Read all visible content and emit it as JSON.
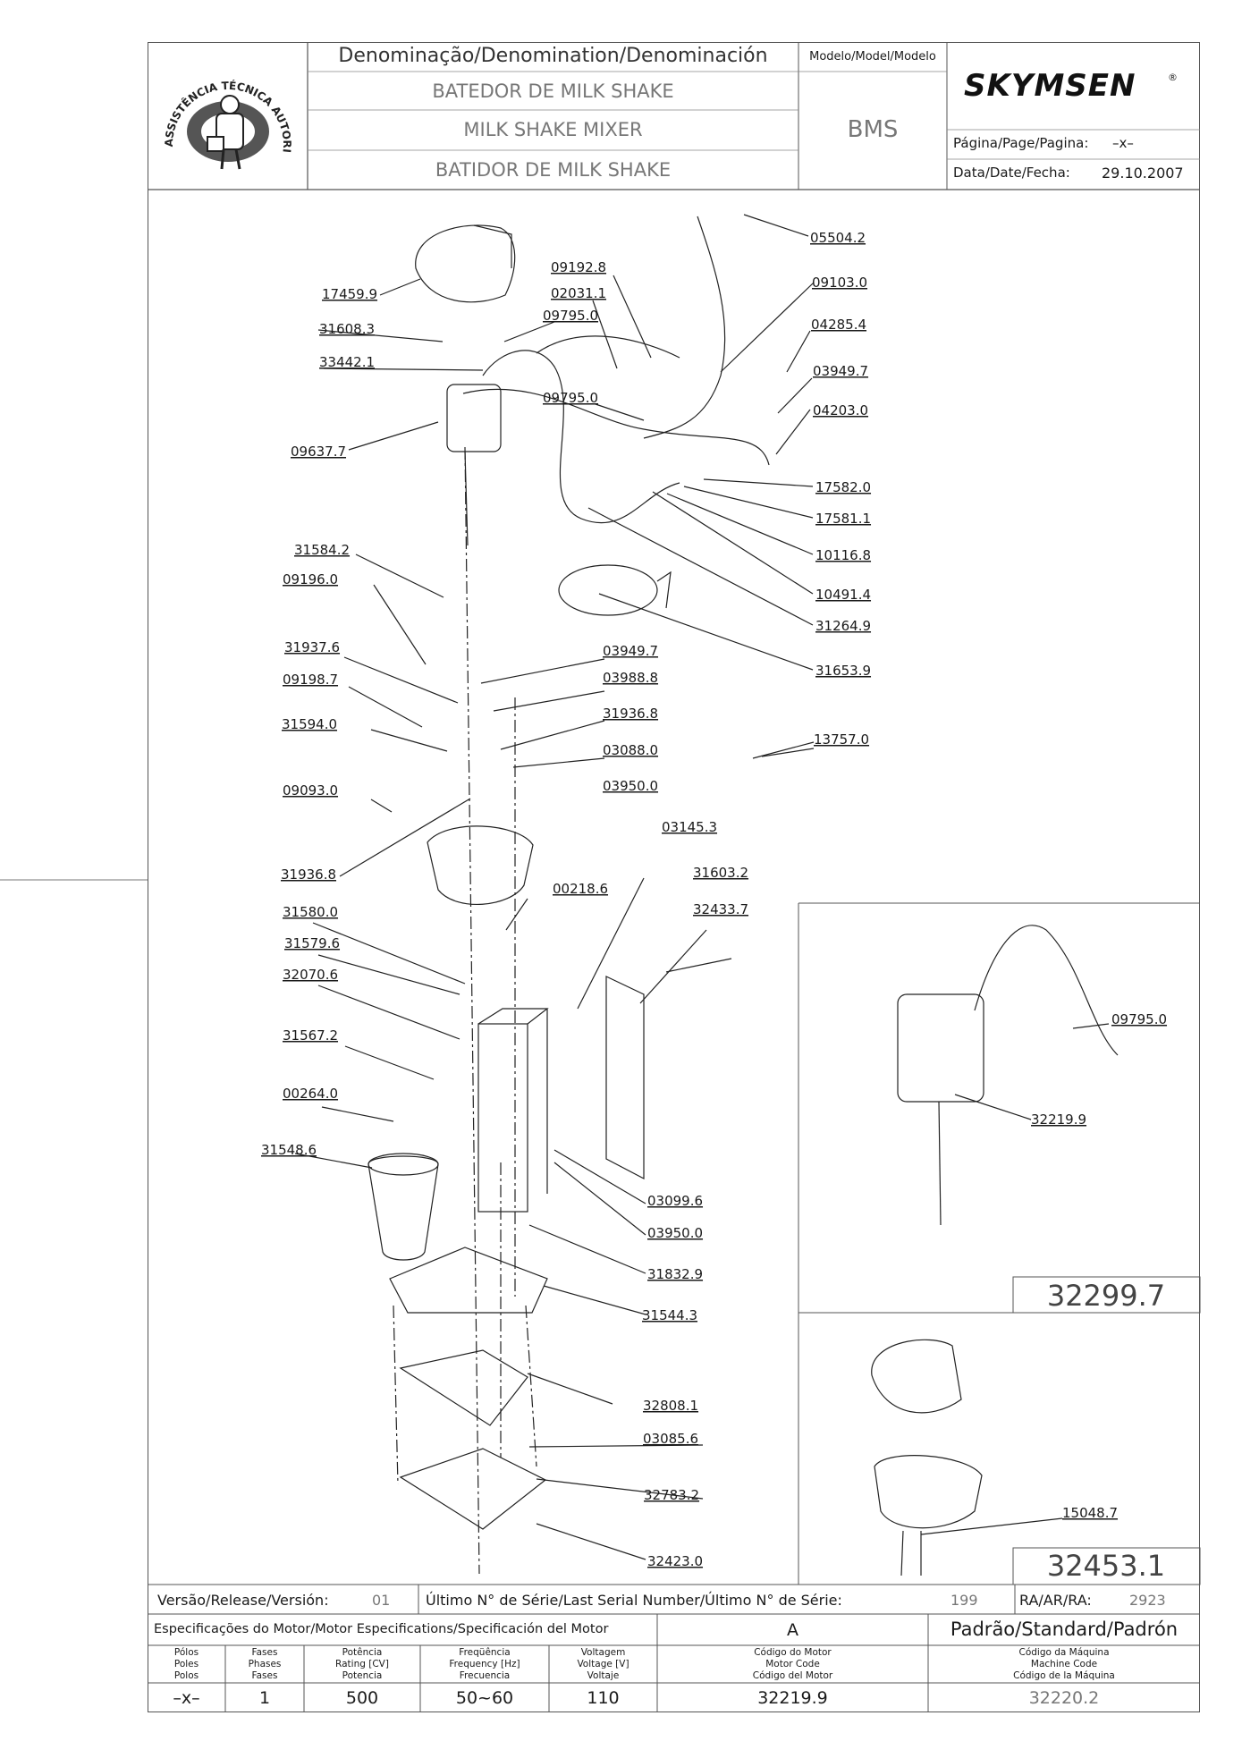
{
  "header": {
    "denomination_label": "Denominação/Denomination/Denominación",
    "model_label": "Modelo/Model/Modelo",
    "name_pt": "BATEDOR DE MILK SHAKE",
    "name_en": "MILK SHAKE MIXER",
    "name_es": "BATIDOR DE MILK SHAKE",
    "model_value": "BMS",
    "brand": "SKYMSEN",
    "brand_mark": "®",
    "page_label": "Página/Page/Pagina:",
    "page_value": "–x–",
    "date_label": "Data/Date/Fecha:",
    "date_value": "29.10.2007",
    "seal_text": "ASSISTÊNCIA TÉCNICA AUTORIZADA"
  },
  "parts": {
    "p05504_2": "05504.2",
    "p09192_8": "09192.8",
    "p09103_0": "09103.0",
    "p02031_1": "02031.1",
    "p17459_9": "17459.9",
    "p09795_0a": "09795.0",
    "p04285_4": "04285.4",
    "p31608_3": "31608.3",
    "p33442_1": "33442.1",
    "p03949_7a": "03949.7",
    "p09795_0b": "09795.0",
    "p04203_0": "04203.0",
    "p09637_7": "09637.7",
    "p17582_0": "17582.0",
    "p17581_1": "17581.1",
    "p10116_8": "10116.8",
    "p31584_2": "31584.2",
    "p09196_0": "09196.0",
    "p10491_4": "10491.4",
    "p31264_9": "31264.9",
    "p31937_6": "31937.6",
    "p03949_7b": "03949.7",
    "p31653_9": "31653.9",
    "p09198_7": "09198.7",
    "p03988_8": "03988.8",
    "p31936_8a": "31936.8",
    "p31594_0": "31594.0",
    "p03088_0": "03088.0",
    "p13757_0": "13757.0",
    "p09093_0": "09093.0",
    "p03950_0a": "03950.0",
    "p03145_3": "03145.3",
    "p31936_8b": "31936.8",
    "p31603_2": "31603.2",
    "p00218_6": "00218.6",
    "p32433_7": "32433.7",
    "p31580_0": "31580.0",
    "p31579_6": "31579.6",
    "p32070_6": "32070.6",
    "p31567_2": "31567.2",
    "p00264_0": "00264.0",
    "p31548_6": "31548.6",
    "p03099_6": "03099.6",
    "p03950_0b": "03950.0",
    "p31832_9": "31832.9",
    "p31544_3": "31544.3",
    "p32808_1": "32808.1",
    "p03085_6": "03085.6",
    "p32783_2": "32783.2",
    "p32423_0": "32423.0",
    "inset_p09795_0": "09795.0",
    "inset_p32219_9": "32219.9",
    "inset_code_1": "32299.7",
    "inset_p15048_7": "15048.7",
    "inset_code_2": "32453.1"
  },
  "footer": {
    "version_label": "Versão/Release/Versión:",
    "version_value": "01",
    "serial_label": "Último N° de Série/Last Serial Number/Último N° de Série:",
    "serial_value": "199",
    "ra_label": "RA/AR/RA:",
    "ra_value": "2923",
    "spec_label": "Especificações do Motor/Motor Especifications/Specificación del Motor",
    "spec_variant": "A",
    "standard_label": "Padrão/Standard/Padrón",
    "col_poles": [
      "Pólos",
      "Poles",
      "Polos"
    ],
    "col_phases": [
      "Fases",
      "Phases",
      "Fases"
    ],
    "col_power": [
      "Potência",
      "Rating [CV]",
      "Potencia"
    ],
    "col_freq": [
      "Freqüência",
      "Frequency [Hz]",
      "Frecuencia"
    ],
    "col_voltage": [
      "Voltagem",
      "Voltage [V]",
      "Voltaje"
    ],
    "col_motor_code": [
      "Código do Motor",
      "Motor Code",
      "Código del Motor"
    ],
    "col_machine_code": [
      "Código da Máquina",
      "Machine Code",
      "Código de la Máquina"
    ],
    "val_poles": "–x–",
    "val_phases": "1",
    "val_power": "500",
    "val_freq": "50~60",
    "val_voltage": "110",
    "val_motor_code": "32219.9",
    "val_machine_code": "32220.2"
  }
}
